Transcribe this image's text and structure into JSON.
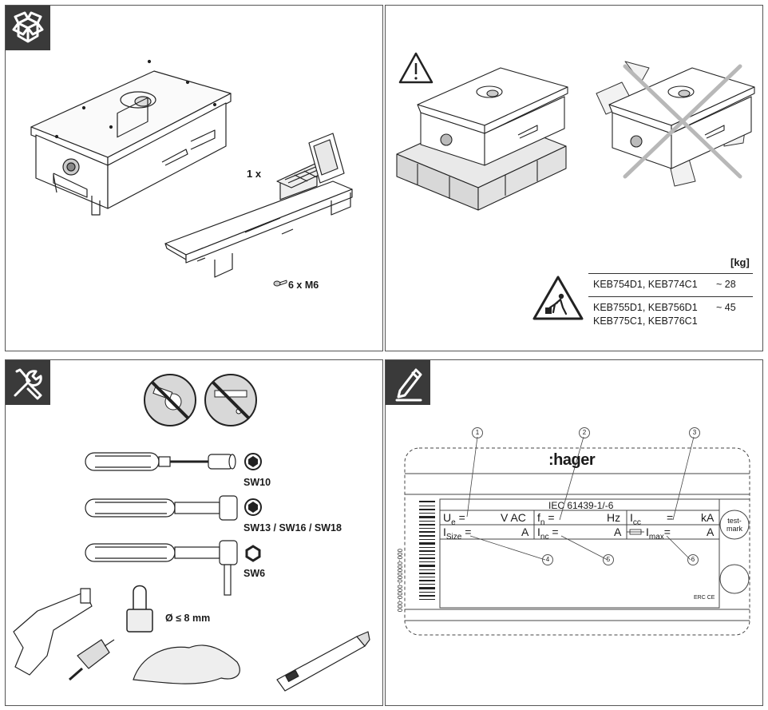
{
  "panel_unpack": {
    "qty_label": "1 x",
    "screws_label": "6 x M6"
  },
  "panel_transport": {
    "weight_unit": "[kg]",
    "rows": [
      {
        "models_line1": "KEB754D1, KEB774C1",
        "models_line2": "",
        "weight": "~ 28"
      },
      {
        "models_line1": "KEB755D1, KEB756D1",
        "models_line2": "KEB775C1, KEB776C1",
        "weight": "~ 45"
      }
    ]
  },
  "panel_tools": {
    "sw10": "SW10",
    "sw13": "SW13 / SW16 / SW18",
    "sw6": "SW6",
    "diameter": "Ø ≤ 8 mm"
  },
  "panel_nameplate": {
    "brand": ":hager",
    "standard": "IEC 61439-1/-6",
    "barcode_text": "000-000000-0000-000",
    "ue_sym": "U",
    "ue_sub": "e",
    "ue_eq": " =",
    "ue_unit": "V AC",
    "fn_sym": "f",
    "fn_sub": "n",
    "fn_eq": " =",
    "fn_unit": "Hz",
    "icc_sym": "I",
    "icc_sub": "cc",
    "icc_eq": "=",
    "icc_unit": "kA",
    "isize_sym": "I",
    "isize_sub": "Size",
    "isize_eq": " =",
    "isize_unit": "A",
    "inc_sym": "I",
    "inc_sub": "nc",
    "inc_eq": " =",
    "inc_unit": "A",
    "imax_sym": "I",
    "imax_sub": "max",
    "imax_eq": "=",
    "imax_unit": "A",
    "testmark": "test-\nmark",
    "marks": "ERC CE",
    "callouts": [
      "1",
      "2",
      "3",
      "4",
      "5",
      "6"
    ]
  },
  "colors": {
    "badge": "#3a3a3a",
    "line": "#333333",
    "cross": "#b8b8b8"
  }
}
